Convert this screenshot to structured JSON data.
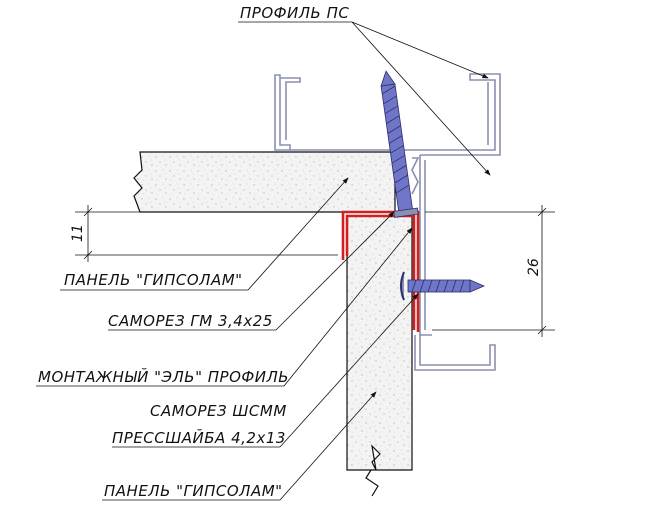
{
  "labels": {
    "profile_ps": "ПРОФИЛЬ ПС",
    "panel_top": "ПАНЕЛЬ \"ГИПСОЛАМ\"",
    "screw_gm": "САМОРЕЗ ГМ 3,4x25",
    "l_profile": "МОНТАЖНЫЙ \"ЭЛЬ\" ПРОФИЛЬ",
    "screw_shsmm_line1": "САМОРЕЗ ШСММ",
    "screw_shsmm_line2": "ПРЕССШАЙБА 4,2x13",
    "panel_bottom": "ПАНЕЛЬ \"ГИПСОЛАМ\""
  },
  "dimensions": {
    "left": "11",
    "right": "26"
  },
  "colors": {
    "panel_fill": "#f2f2f2",
    "panel_speckle": "#b8b8b8",
    "metal_profile": "#8a8fb0",
    "l_profile": "#d21f1f",
    "screw_fill": "#6f76c8",
    "line": "#111111"
  }
}
